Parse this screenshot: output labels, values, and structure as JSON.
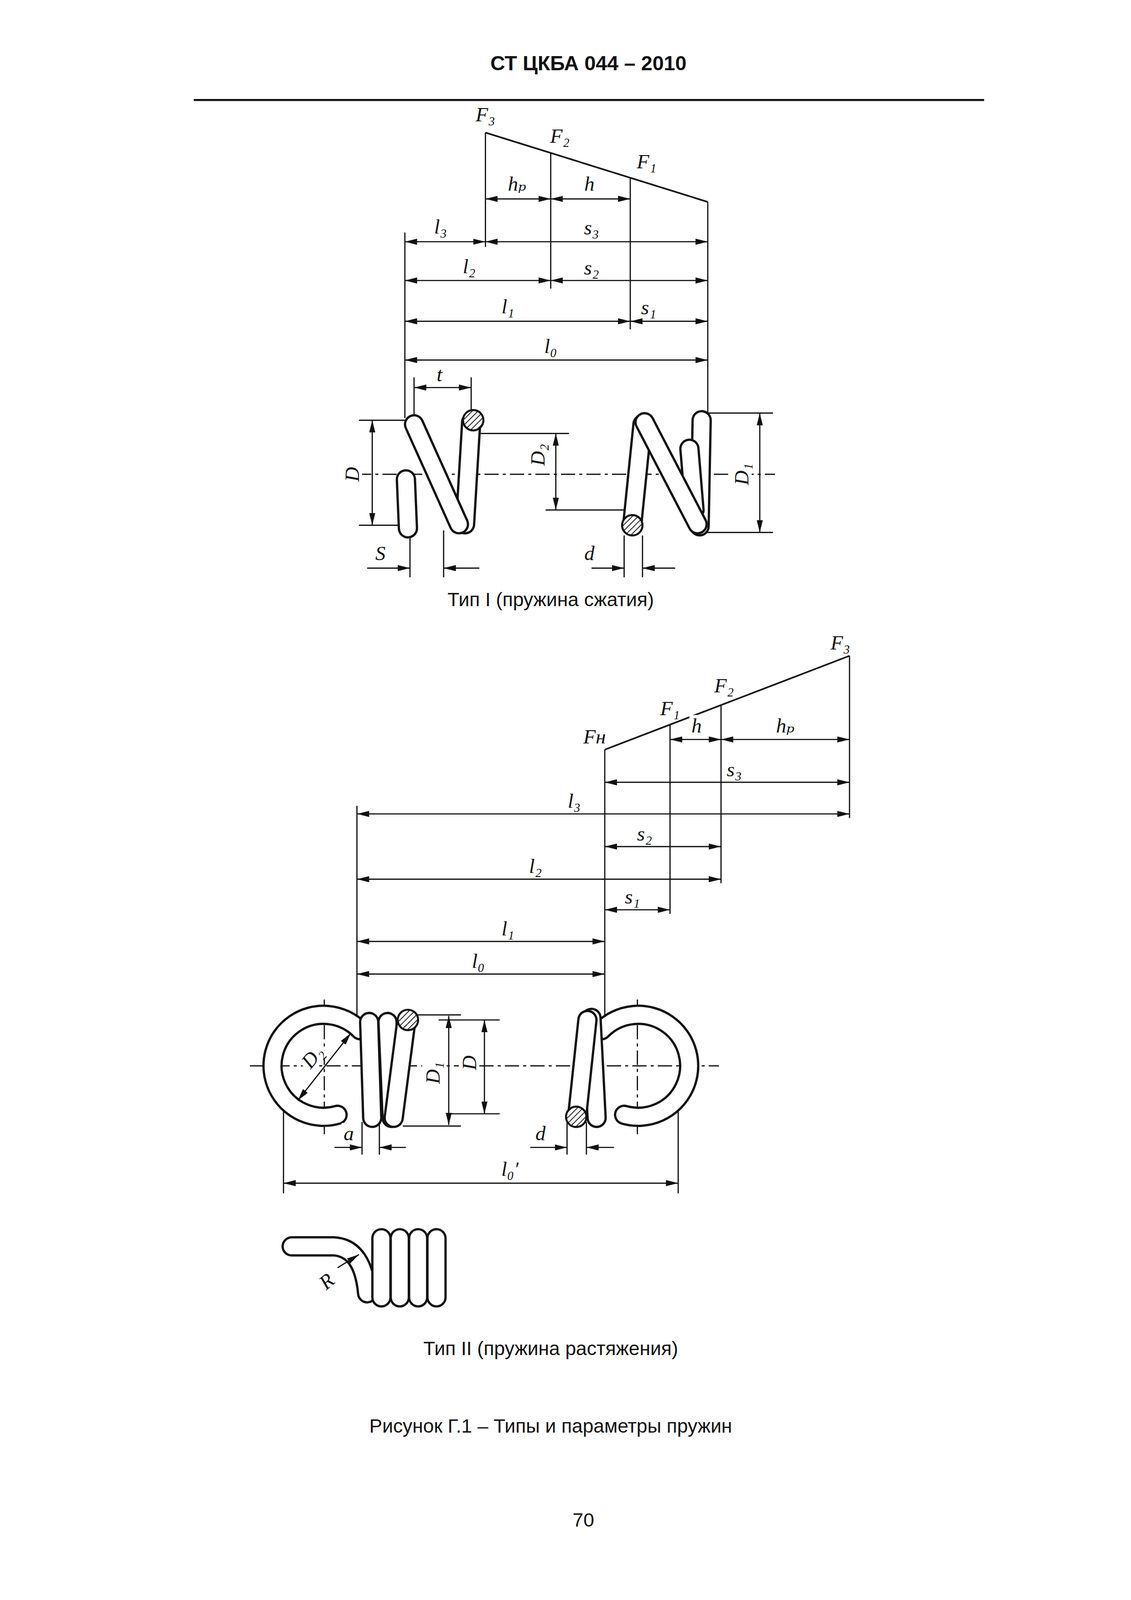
{
  "diagram": {
    "title": "СТ ЦКБА 044 – 2010",
    "caption": "Рисунок Г.1 – Типы и параметры пружин",
    "labels": [
      "F₃",
      "F₂",
      "F₁",
      "hₚ",
      "h",
      "l₃",
      "s₃",
      "l₂",
      "s₂",
      "l₁",
      "s₁",
      "l₀",
      "t",
      "D",
      "D₂",
      "D₁",
      "S",
      "d",
      "Тип I (пружина сжатия)",
      "F₃",
      "F₂",
      "F₁",
      "Fн",
      "h",
      "hₚ",
      "s₃",
      "l₃",
      "s₂",
      "l₂",
      "s₁",
      "l₁",
      "l₀",
      "D₂",
      "D₁",
      "D",
      "a",
      "d",
      "l₀′",
      "R",
      "Тип II (пружина растяжения)",
      "70"
    ]
  }
}
